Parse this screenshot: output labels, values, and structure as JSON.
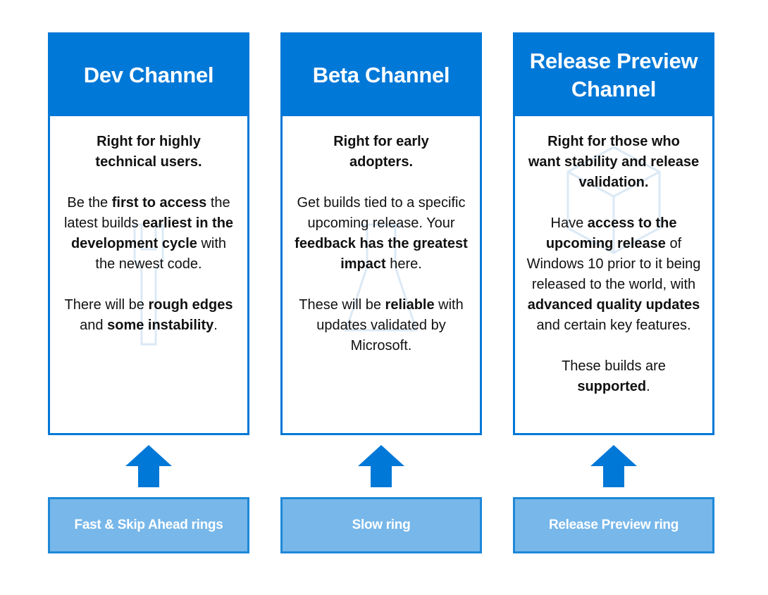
{
  "colors": {
    "header_blue": "#0078d7",
    "ring_fill": "#77b7ea",
    "ring_border": "#1e88d8",
    "text": "#111111"
  },
  "channels": [
    {
      "title": "Dev Channel",
      "tagline_1": "Right for highly",
      "tagline_2": "technical users.",
      "p2": [
        "Be the ",
        "first to access",
        " the latest builds ",
        "earliest in the development cycle",
        " with the newest code."
      ],
      "p3": [
        "There will be ",
        "rough edges",
        " and ",
        "some instability",
        "."
      ],
      "arrow_icon": "up-arrow-icon",
      "watermark_icon": "wrench-icon",
      "ring": "Fast & Skip Ahead rings"
    },
    {
      "title": "Beta Channel",
      "tagline_1": "Right for early",
      "tagline_2": "adopters.",
      "p2": [
        "Get builds tied to a specific upcoming release. Your ",
        "feedback has the greatest impact",
        " here."
      ],
      "p3": [
        "These will be ",
        "reliable",
        " with updates validated by Microsoft."
      ],
      "arrow_icon": "up-arrow-icon",
      "watermark_icon": "flask-icon",
      "ring": "Slow ring"
    },
    {
      "title": "Release Preview Channel",
      "tagline_1": "Right for those who",
      "tagline_2": "want stability and release validation.",
      "p2": [
        "Have ",
        "access to the upcoming release",
        " of Windows 10 prior to it being released to the world, with ",
        "advanced quality updates",
        " and certain key features."
      ],
      "p3": [
        "These builds are ",
        "supported",
        "."
      ],
      "arrow_icon": "up-arrow-icon",
      "watermark_icon": "cube-icon",
      "ring": "Release Preview ring"
    }
  ]
}
